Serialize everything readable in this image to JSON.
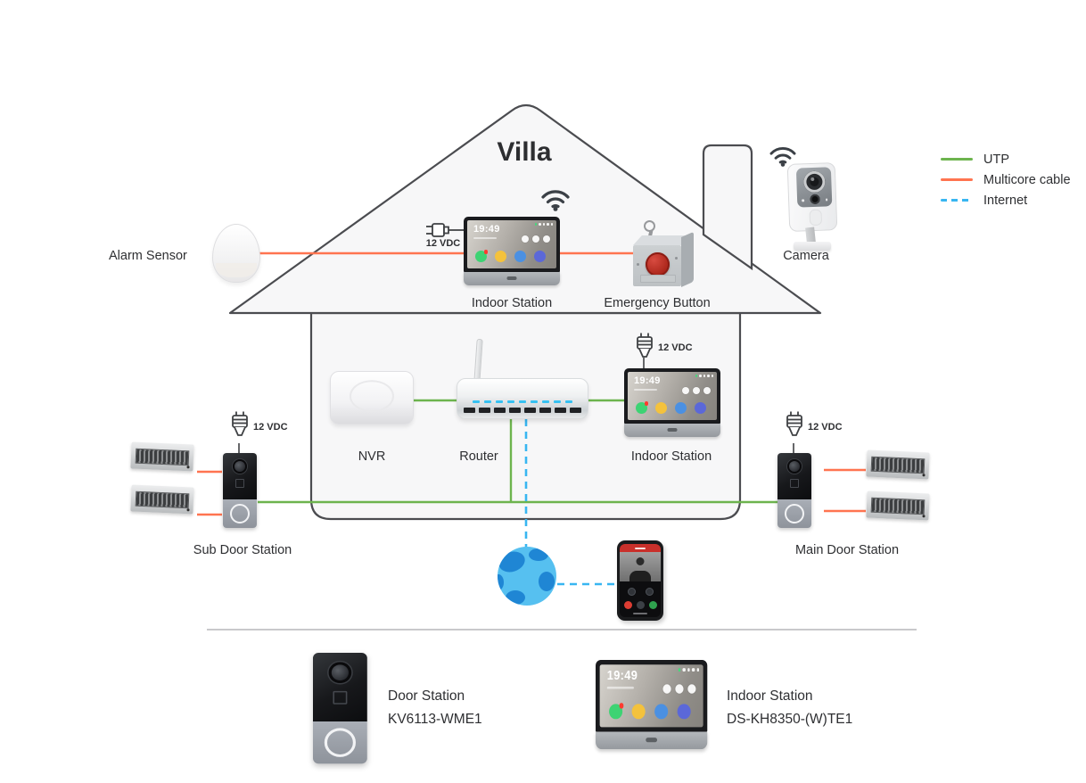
{
  "title": "Villa",
  "legend": [
    {
      "label": "UTP"
    },
    {
      "label": "Multicore cable"
    },
    {
      "label": "Internet"
    }
  ],
  "labels": {
    "alarm_sensor": "Alarm Sensor",
    "indoor_station_top": "Indoor Station",
    "emergency_button": "Emergency Button",
    "camera": "Camera",
    "nvr": "NVR",
    "router": "Router",
    "indoor_station_mid": "Indoor Station",
    "sub_door_station": "Sub Door Station",
    "main_door_station": "Main Door Station",
    "power_12vdc": "12 VDC"
  },
  "screen": {
    "time": "19:49"
  },
  "products": {
    "door_station": {
      "name": "Door Station",
      "model": "KV6113-WME1"
    },
    "indoor_station": {
      "name": "Indoor Station",
      "model": "DS-KH8350-(W)TE1"
    }
  },
  "colors": {
    "utp": "#6db44e",
    "multicore": "#ff7450",
    "internet": "#38b6f1"
  }
}
